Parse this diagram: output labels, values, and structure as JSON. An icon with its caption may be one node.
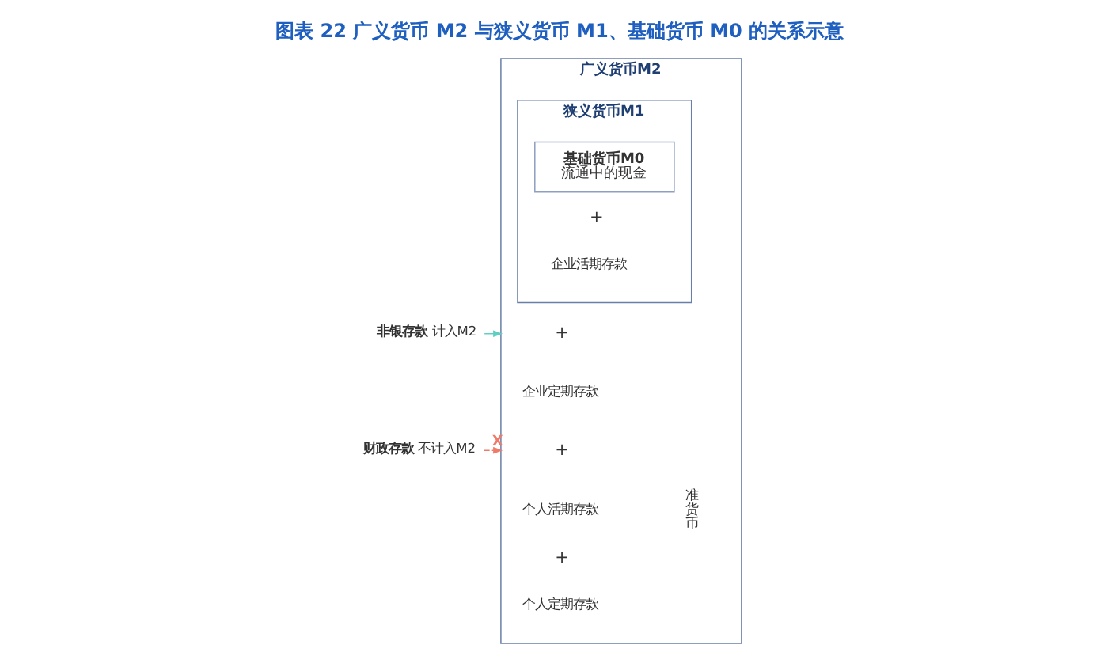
{
  "diagram": {
    "title": "图表 22 广义货币 M2 与狭义货币 M1、基础货币 M0 的关系示意",
    "nodes": [
      {
        "text": [
          "广义货币M2"
        ]
      },
      {
        "text": [
          "狭义货币M1"
        ],
        "in": 0
      },
      {
        "text": [
          "基础货币M0",
          "流通中的现金"
        ],
        "in": 1
      },
      {
        "text": [
          "+"
        ],
        "in": 1
      },
      {
        "text": [
          "企业活期存款"
        ],
        "in": 1
      },
      {
        "text": [
          "+"
        ],
        "in": 0
      },
      {
        "text": [
          "企业定期存款"
        ],
        "in": 0
      },
      {
        "text": [
          "+"
        ],
        "in": 0
      },
      {
        "text": [
          "个人活期存款"
        ],
        "in": 0
      },
      {
        "text": [
          "+"
        ],
        "in": 0
      },
      {
        "text": [
          "个人定期存款"
        ],
        "in": 0
      },
      {
        "text": [
          "准货币"
        ],
        "in": 0
      },
      {
        "text": [
          "**非银存款**计入M2"
        ]
      },
      {
        "text": [
          "**财政存款**不计入M2"
        ]
      }
    ],
    "edges": [
      {
        "from": 12,
        "to": 0,
        "arrow": "to",
        "color": "#5ecfc2"
      },
      {
        "from": 13,
        "to": 0,
        "arrow": "to",
        "style": "dashed",
        "color": "#f07a6a",
        "label": "X"
      }
    ]
  }
}
